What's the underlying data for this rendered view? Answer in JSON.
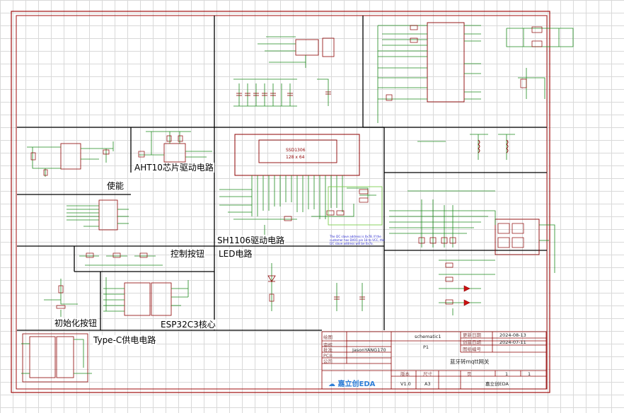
{
  "sheet": {
    "section_labels": {
      "enable": "使能",
      "aht10": "AHT10芯片驱动电路",
      "sh1106": "SH1106驱动电路",
      "control_keys": "控制按钮",
      "led": "LED电路",
      "init_key": "初始化按钮",
      "esp32c3": "ESP32C3核心",
      "typec": "Type-C供电电路"
    },
    "oled": {
      "label": "SSD1306",
      "size": "128 x 64"
    },
    "i2c_note": "The I2C slave address is 0x78. If the customer has DI/O1 pin 18 to VCC, the I2C slave address will be 0x7a."
  },
  "title_block": {
    "labels": {
      "drawn": "绘图",
      "check": "审核",
      "approve": "批准",
      "pcb": "PCB",
      "company": "公司",
      "update_date": "更新日期",
      "create_date": "创建日期",
      "page_number": "图纸编号",
      "version": "版本",
      "size": "尺寸",
      "page_of": "页"
    },
    "values": {
      "schematic": "schematic1",
      "page": "P1",
      "author": "JasonYANG170",
      "update_date": "2024-08-13",
      "create_date": "2024-07-11",
      "title": "蓝牙转mqtt网关",
      "version": "V1.0",
      "size": "A3",
      "page_num": "1",
      "page_total": "1",
      "company": "嘉立创EDA"
    },
    "logo": "嘉立创EDA"
  },
  "colors": {
    "border": "#a10f0f",
    "wire": "#1e8a1e",
    "component": "#8c0000",
    "net_label": "#2a2ad0",
    "frame": "#000000",
    "note_box": "#7fcf52"
  }
}
